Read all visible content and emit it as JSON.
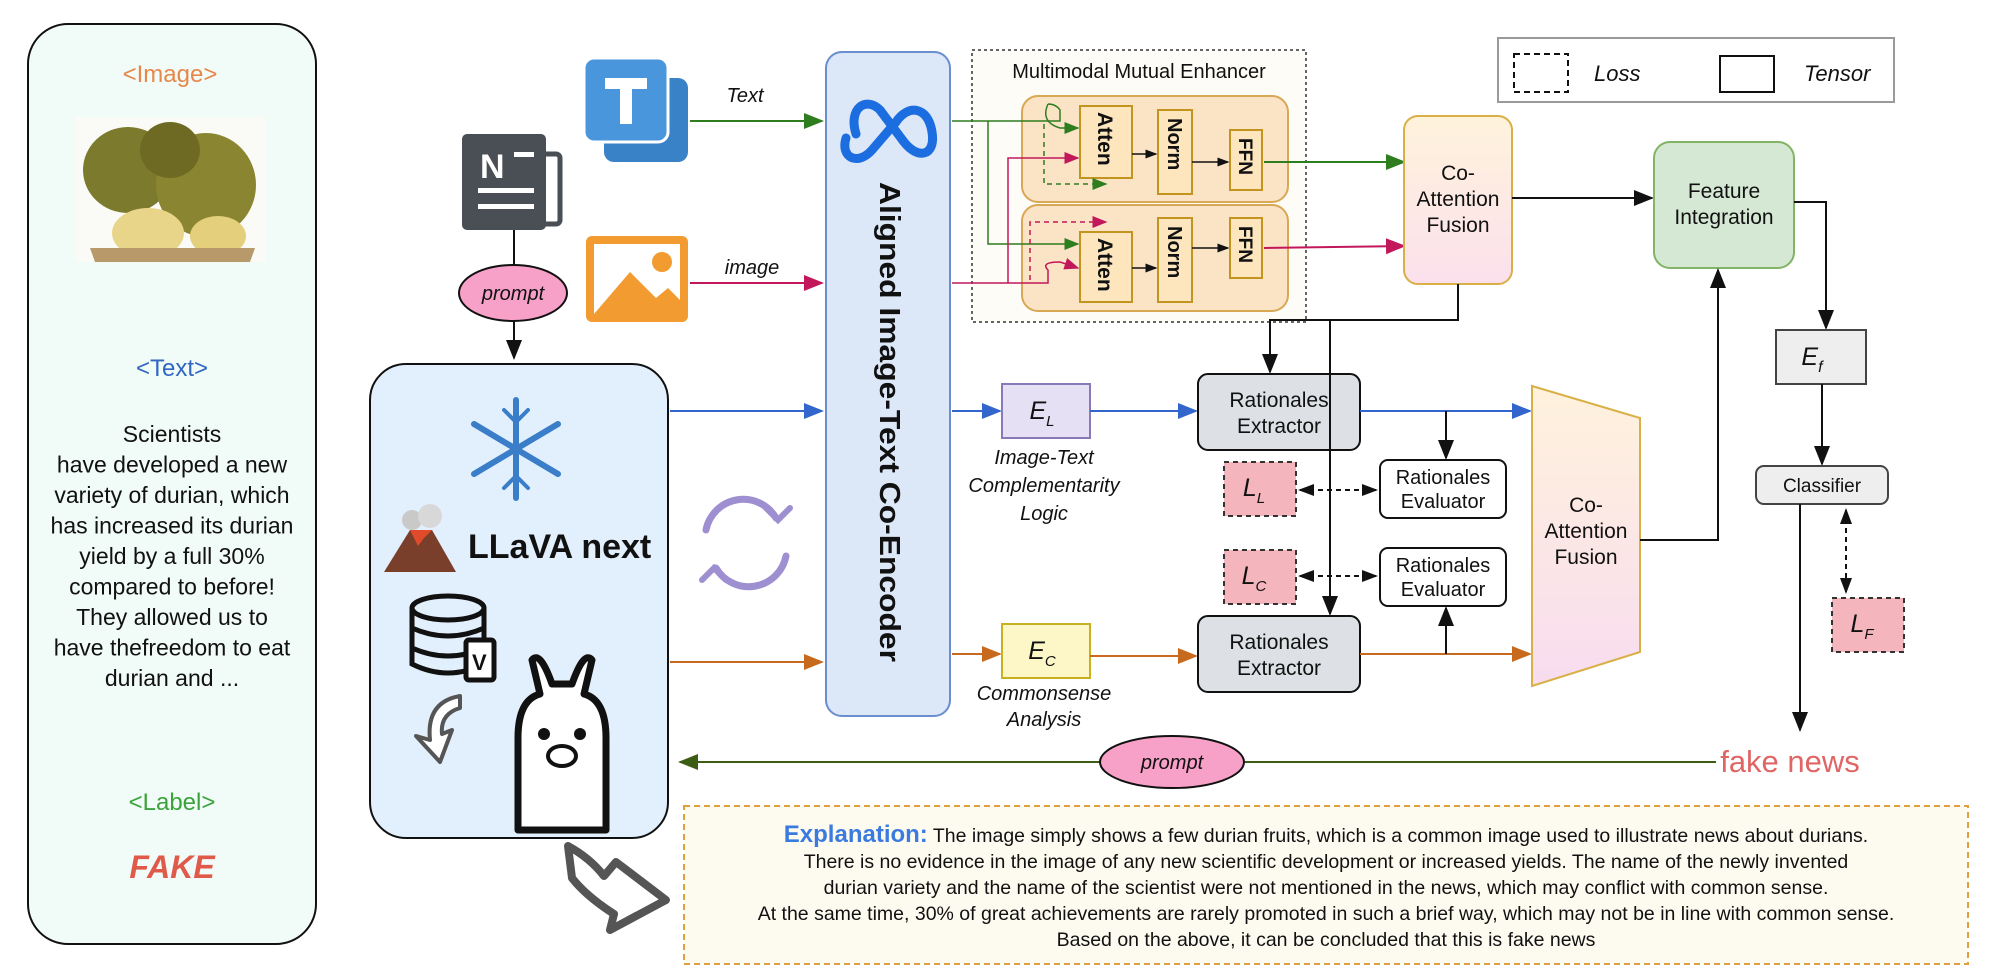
{
  "sample_panel": {
    "image_tag": "<Image>",
    "text_tag": "<Text>",
    "text_lines": [
      "Scientists",
      "have developed a new",
      "variety of durian, which",
      "has increased its durian",
      "yield by a full 30%",
      "compared to before!",
      "They allowed us to",
      "have thefreedom to eat",
      "durian and ..."
    ],
    "label_tag": "<Label>",
    "label_value": "FAKE"
  },
  "inputs": {
    "text_label": "Text",
    "image_label": "image",
    "prompt_top": "prompt",
    "prompt_bottom": "prompt"
  },
  "llava": {
    "name": "LLaVA next"
  },
  "encoder": {
    "label": "Aligned Image-Text Co-Encoder"
  },
  "mme": {
    "title": "Multimodal Mutual Enhancer",
    "atten": "Atten",
    "norm": "Norm",
    "ffn": "FFN"
  },
  "legend": {
    "loss": "Loss",
    "tensor": "Tensor"
  },
  "fusion_top": {
    "lines": [
      "Co-",
      "Attention",
      "Fusion"
    ]
  },
  "feature_integration": {
    "lines": [
      "Feature",
      "Integration"
    ]
  },
  "ef": {
    "base": "E",
    "sub": "f"
  },
  "classifier": "Classifier",
  "lf": {
    "base": "L",
    "sub": "F"
  },
  "el": {
    "base": "E",
    "sub": "L"
  },
  "ec": {
    "base": "E",
    "sub": "C"
  },
  "el_caption": [
    "Image-Text",
    "Complementarity",
    "Logic"
  ],
  "ec_caption": [
    "Commonsense",
    "Analysis"
  ],
  "rationales_extractor": [
    "Rationales",
    "Extractor"
  ],
  "rationales_evaluator": [
    "Rationales",
    "Evaluator"
  ],
  "ll": {
    "base": "L",
    "sub": "L"
  },
  "lc": {
    "base": "L",
    "sub": "C"
  },
  "fusion_bottom": {
    "lines": [
      "Co-",
      "Attention",
      "Fusion"
    ]
  },
  "fake_news": "fake news",
  "explanation": {
    "title": "Explanation:",
    "line1": "The image simply shows a few durian fruits, which is a common image used to illustrate news about durians.",
    "line2": "There is no evidence in the image of any new scientific development or increased yields. The name of the newly invented",
    "line3": "durian variety and the name of the scientist were not mentioned in the news, which may conflict with common sense.",
    "line4": "At the same time, 30% of great achievements are rarely promoted in such a brief way, which may not be in line with common sense.",
    "line5": "Based on the above, it can be concluded that this is fake news"
  },
  "colors": {
    "green": "#2e7d1f",
    "magenta": "#c2185b",
    "blue": "#3366cc",
    "orange": "#c86a1e",
    "darkgreen": "#4a6b1a"
  }
}
